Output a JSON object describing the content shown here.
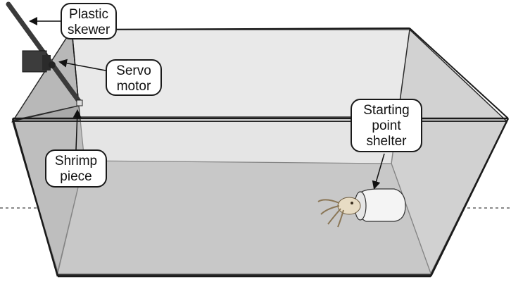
{
  "labels": {
    "plastic_skewer": [
      "Plastic",
      "skewer"
    ],
    "servo_motor": [
      "Servo",
      "motor"
    ],
    "shrimp_piece": [
      "Shrimp",
      "piece"
    ],
    "starting_point_shelter": [
      "Starting",
      "point",
      "shelter"
    ]
  },
  "colors": {
    "tank_glass": "#c9c9c9",
    "tank_floor": "#bdbdbd",
    "tank_edge": "#2a2a2a",
    "skewer": "#3a3a3a",
    "servo": "#3c3c3c",
    "shelter": "#f4f4f4",
    "cuttlefish": "#e8dcc4"
  },
  "icons": [
    "servo-motor-icon",
    "shrimp-piece-icon",
    "shelter-tube-icon",
    "cuttlefish-icon"
  ]
}
